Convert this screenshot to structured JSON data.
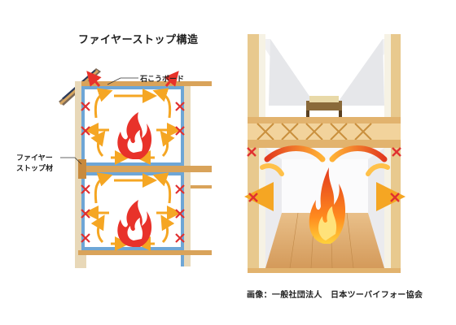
{
  "left_diagram": {
    "title": "ファイヤーストップ構造",
    "label_board": "石こうボード",
    "label_firestop_line1": "ファイヤー",
    "label_firestop_line2": "ストップ材"
  },
  "credit": "画像：一般社団法人　日本ツーバイフォー協会",
  "colors": {
    "fire_red": "#e8322a",
    "arrow_orange": "#f5a623",
    "wood": "#d9a35a",
    "wall_blue": "#6ea6d6",
    "cross_red": "#e03030"
  }
}
